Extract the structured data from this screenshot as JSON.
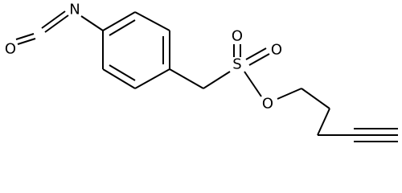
{
  "molecule": {
    "atoms": {
      "isocyanate_nitrogen": "N",
      "isocyanate_oxygen": "O",
      "sulfonyl_sulfur": "S",
      "sulfonyl_oxygen_upper": "O",
      "sulfonyl_oxygen_right": "O",
      "ester_oxygen": "O"
    }
  }
}
